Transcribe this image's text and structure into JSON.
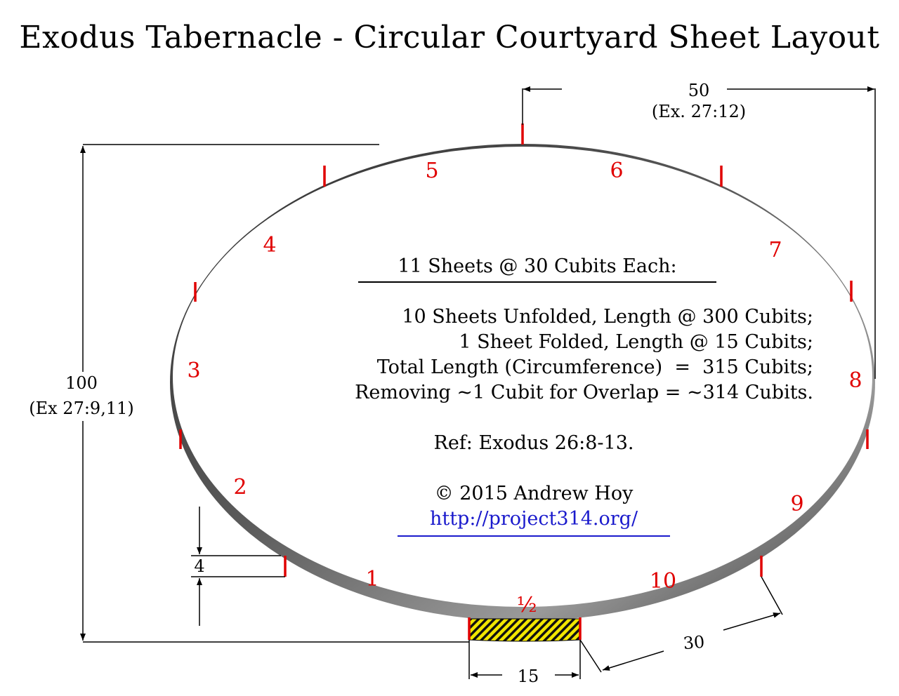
{
  "title": "Exodus Tabernacle - Circular Courtyard Sheet Layout",
  "info": {
    "heading": "11 Sheets @ 30 Cubits Each:",
    "lines": [
      "10 Sheets Unfolded, Length @ 300 Cubits;",
      "1 Sheet Folded, Length @ 15 Cubits;",
      "Total Length (Circumference)  =  315 Cubits;",
      "Removing ~1 Cubit for Overlap = ~314 Cubits."
    ],
    "ref": "Ref: Exodus 26:8-13.",
    "copyright": "© 2015 Andrew Hoy",
    "url": "http://project314.org/"
  },
  "dimensions": {
    "top_value": "50",
    "top_ref": "(Ex. 27:12)",
    "left_value": "100",
    "left_ref": "(Ex 27:9,11)",
    "band_width": "4",
    "half_sheet_width": "15",
    "sheet_length": "30"
  },
  "sheet_labels": {
    "s1": "1",
    "s2": "2",
    "s3": "3",
    "s4": "4",
    "s5": "5",
    "s6": "6",
    "s7": "7",
    "s8": "8",
    "s9": "9",
    "s10": "10",
    "half": "½"
  },
  "colors": {
    "band_dark": "#3a3a3a",
    "band_light": "#8a8a8a",
    "joint_marker": "#e00000",
    "sheet_number": "#e00000",
    "hatch_yellow": "#f2e600",
    "link": "#1a1acc"
  }
}
